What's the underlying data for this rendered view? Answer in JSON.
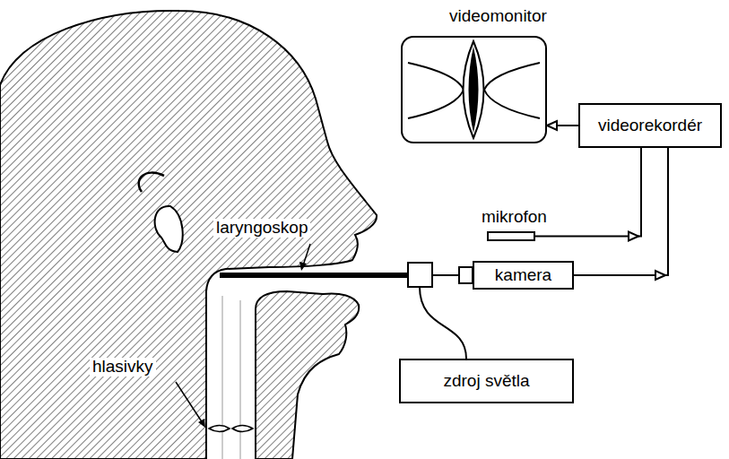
{
  "diagram": {
    "nodes": [
      {
        "text": [
          "videomonitor"
        ]
      },
      {
        "text": [
          "videorekordér"
        ]
      },
      {
        "text": [
          "mikrofon"
        ]
      },
      {
        "text": [
          "kamera"
        ]
      },
      {
        "text": [
          "zdroj světla"
        ]
      }
    ],
    "edges": [
      {
        "from": 1,
        "to": 0,
        "arrow": "to"
      },
      {
        "from": 2,
        "to": 1,
        "arrow": "to"
      },
      {
        "from": 3,
        "to": 1,
        "arrow": "to"
      }
    ],
    "labels": [
      "laryngoskop",
      "hlasivky"
    ]
  }
}
